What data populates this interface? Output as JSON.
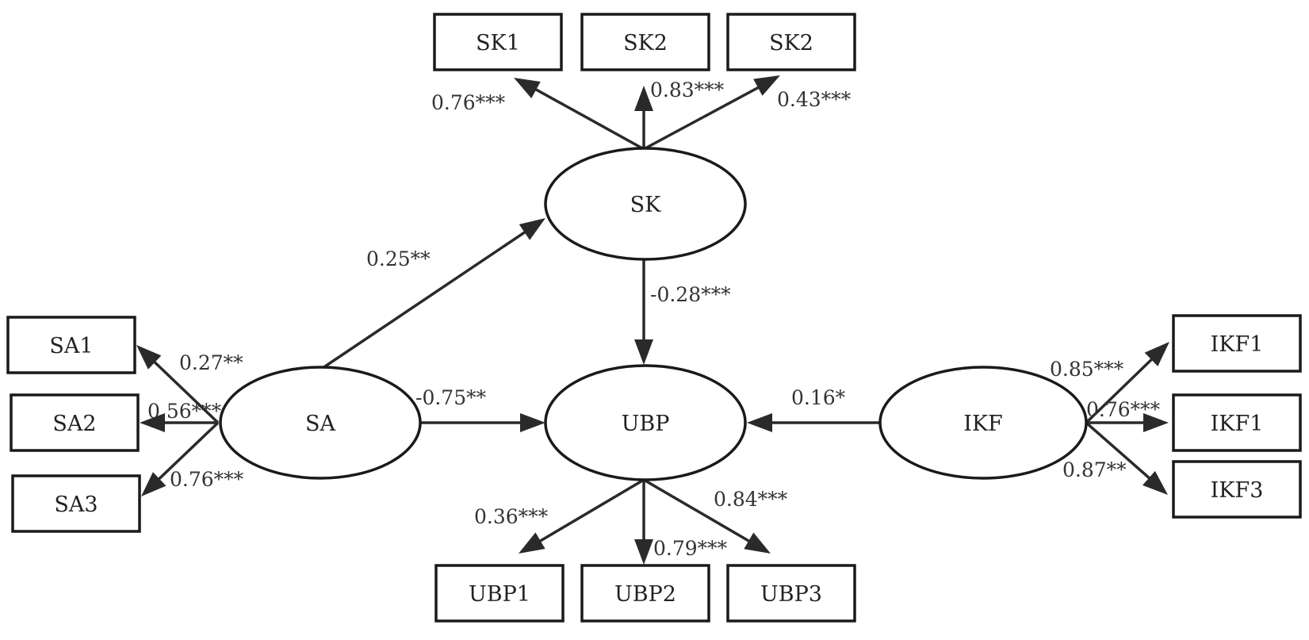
{
  "nodes": {
    "SK1": "SK1",
    "SK2a": "SK2",
    "SK2b": "SK2",
    "SK": "SK",
    "SA1": "SA1",
    "SA2": "SA2",
    "SA3": "SA3",
    "SA": "SA",
    "UBP": "UBP",
    "IKF": "IKF",
    "IKF1a": "IKF1",
    "IKF1b": "IKF1",
    "IKF3": "IKF3",
    "UBP1": "UBP1",
    "UBP2": "UBP2",
    "UBP3": "UBP3"
  },
  "edges": {
    "SK_SK1": "0.76***",
    "SK_SK2a": "0.83***",
    "SK_SK2b": "0.43***",
    "SA_SK": "0.25**",
    "SK_UBP": "-0.28***",
    "SA_SA1": "0.27**",
    "SA_SA2": "0.56***",
    "SA_SA3": "0.76***",
    "SA_UBP": "-0.75**",
    "IKF_UBP": "0.16*",
    "IKF_IKF1a": "0.85***",
    "IKF_IKF1b": "0.76***",
    "IKF_IKF3": "0.87**",
    "UBP_UBP1": "0.36***",
    "UBP_UBP2": "0.79***",
    "UBP_UBP3": "0.84***"
  }
}
